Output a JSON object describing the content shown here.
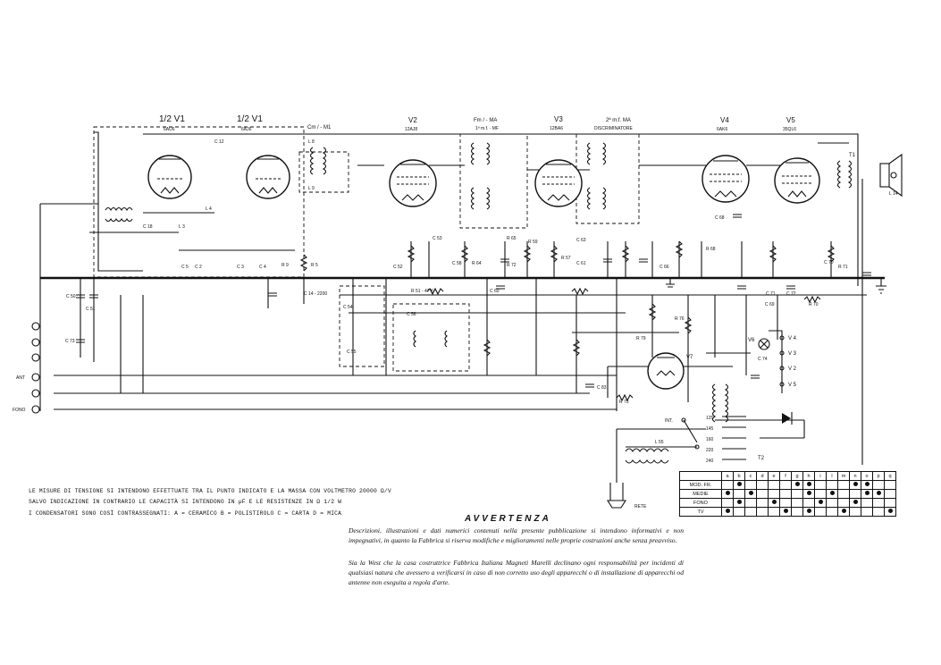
{
  "tube_labels": [
    {
      "ref": "1/2 V1",
      "type": "6AU6"
    },
    {
      "ref": "1/2 V1",
      "type": "6AJ6"
    },
    {
      "ref": "V2",
      "type": "12AJ8"
    },
    {
      "ref": "V3",
      "type": "12BA6"
    },
    {
      "ref": "V4",
      "type": "6AK6"
    },
    {
      "ref": "V5",
      "type": "35QL6"
    },
    {
      "ref": "V6",
      "type": ""
    },
    {
      "ref": "V7",
      "type": ""
    }
  ],
  "section_labels": [
    "Cm / - M1",
    "Fm / - MA",
    "2ª m.f. MA",
    "1ª m.f. - MF",
    "DISCRIMINATORE",
    "T1",
    "T2"
  ],
  "component_labels": [
    "C 18",
    "R 5",
    "C 5",
    "C 12",
    "L 8",
    "L 9",
    "R 9",
    "C 2",
    "C 3",
    "C 4",
    "L 3",
    "L 4",
    "C 54",
    "C 56",
    "C 55",
    "R 51 - 47 K",
    "C 60",
    "C 58",
    "R 64",
    "C 61",
    "R 72",
    "R 65",
    "R 59",
    "C 63",
    "R 57",
    "C 66",
    "R 68",
    "C 69",
    "R 70",
    "R 71",
    "C 70",
    "C 73",
    "C 74",
    "R 75",
    "R 76",
    "R 79",
    "L 55",
    "L 14",
    "C 14 - 2200",
    "C 50",
    "C 51",
    "C 52",
    "C 53",
    "C 68",
    "C 71",
    "C 72",
    "C 83",
    "ANT",
    "FONO",
    "INT.",
    "RETE",
    "125",
    "145",
    "160",
    "220",
    "240"
  ],
  "switch_positions": [
    "V 4",
    "V 3",
    "V 2",
    "V 5"
  ],
  "notes": [
    "LE MISURE DI TENSIONE SI INTENDONO EFFETTUATE TRA IL PUNTO INDICATO E LA MASSA CON VOLTMETRO 20000 Ω/V",
    "SALVO INDICAZIONE IN CONTRARIO LE CAPACITÀ SI INTENDONO IN µF E LE RESISTENZE IN Ω 1/2 W",
    "I CONDENSATORI SONO COSÌ CONTRASSEGNATI: A = CERAMICO  B = POLISTIROLO  C = CARTA  D = MICA"
  ],
  "warning": {
    "title": "AVVERTENZA",
    "paragraph1": "Descrizioni, illustrazioni e dati numerici contenuti nella presente pubblicazione si intendono informativi e non impegnativi, in quanto la Fabbrica si riserva modifiche e miglioramenti nelle proprie costruzioni anche senza preavviso.",
    "paragraph2": "Sia la West che la casa costruttrice Fabbrica Italiana Magneti Marelli declinano ogni responsabilità per incidenti di qualsiasi natura che avessero a verificarsi in caso di non corretto uso degli apparecchi o di installazione di apparecchi od antenne non eseguita a regola d'arte."
  },
  "table": {
    "columns": [
      "a",
      "b",
      "c",
      "d",
      "e",
      "f",
      "g",
      "h",
      "i",
      "l",
      "m",
      "n",
      "o",
      "p",
      "q"
    ],
    "rows": [
      {
        "label": "MOD. FR.",
        "dots": [
          "b",
          "g",
          "h",
          "n",
          "o"
        ]
      },
      {
        "label": "MEDIE",
        "dots": [
          "a",
          "c",
          "h",
          "l",
          "o",
          "p"
        ]
      },
      {
        "label": "FONO",
        "dots": [
          "b",
          "e",
          "i",
          "n"
        ]
      },
      {
        "label": "TV",
        "dots": [
          "a",
          "f",
          "h",
          "m",
          "q"
        ]
      }
    ]
  }
}
